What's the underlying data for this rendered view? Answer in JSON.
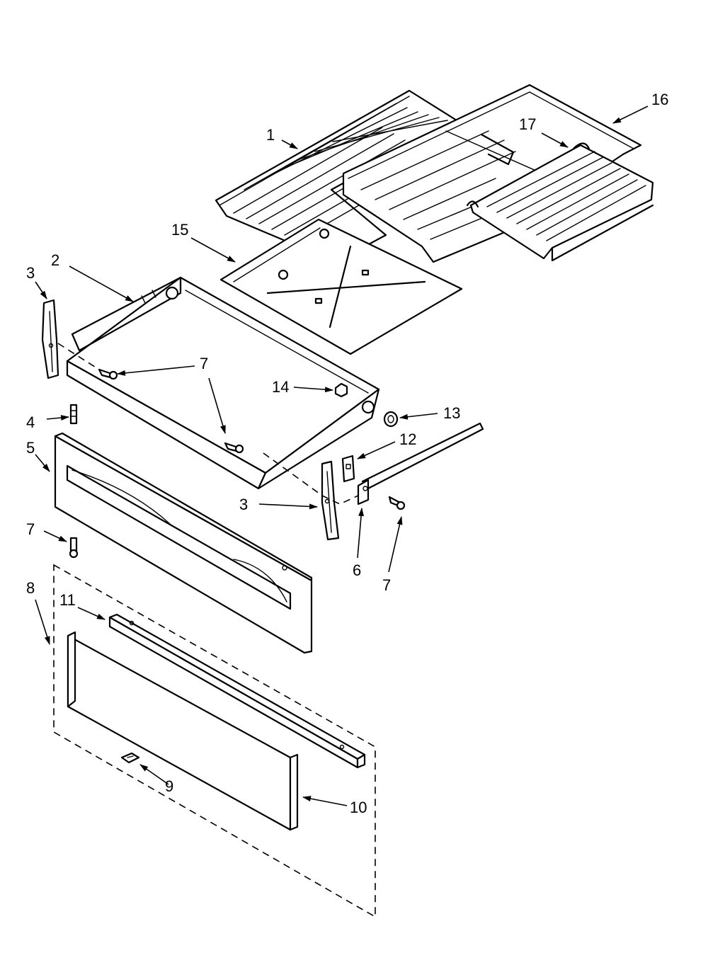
{
  "callouts": {
    "c1": "1",
    "c2": "2",
    "c3a": "3",
    "c3b": "3",
    "c4": "4",
    "c5": "5",
    "c6": "6",
    "c7a": "7",
    "c7b": "7",
    "c7c": "7",
    "c8": "8",
    "c9": "9",
    "c10": "10",
    "c11": "11",
    "c12": "12",
    "c13": "13",
    "c14": "14",
    "c15": "15",
    "c16": "16",
    "c17": "17"
  }
}
